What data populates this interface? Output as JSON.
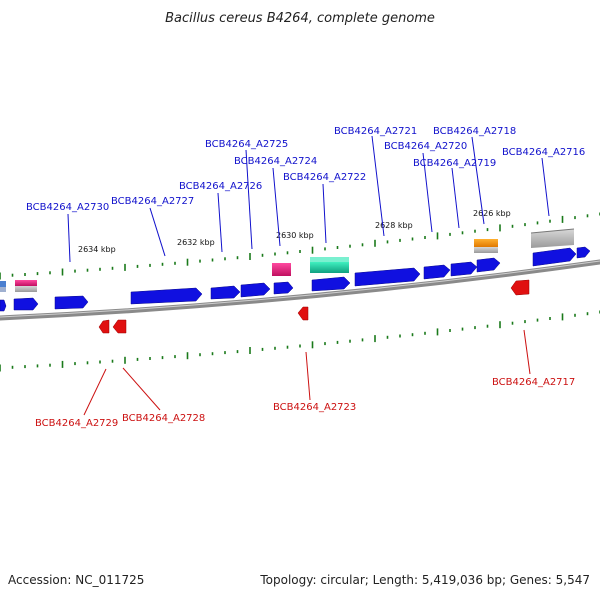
{
  "title": "Bacillus cereus B4264, complete genome",
  "footer": {
    "accession": "Accession: NC_011725",
    "topology": "Topology: circular; Length: 5,419,036 bp; Genes: 5,547"
  },
  "colors": {
    "forward_gene": "#1010e0",
    "reverse_gene": "#e01010",
    "backbone": "#888888",
    "tick": "#1a7a1a",
    "label_forward": "#1111cc",
    "label_reverse": "#cc1111",
    "rna_magenta": "#e0207a",
    "rna_teal": "#20d0a0",
    "rna_orange": "#ff9900",
    "rna_gray": "#b0b0b0"
  },
  "scale_labels": [
    "2634 kbp",
    "2632 kbp",
    "2630 kbp",
    "2628 kbp",
    "2626 kbp"
  ],
  "forward_gene_labels": [
    "BCB4264_A2730",
    "BCB4264_A2727",
    "BCB4264_A2726",
    "BCB4264_A2725",
    "BCB4264_A2724",
    "BCB4264_A2722",
    "BCB4264_A2721",
    "BCB4264_A2720",
    "BCB4264_A2719",
    "BCB4264_A2718",
    "BCB4264_A2716"
  ],
  "reverse_gene_labels": [
    "BCB4264_A2729",
    "BCB4264_A2728",
    "BCB4264_A2723",
    "BCB4264_A2717"
  ]
}
